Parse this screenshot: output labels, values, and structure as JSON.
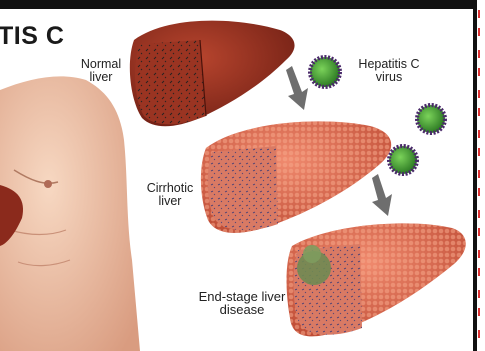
{
  "title": "TIS C",
  "labels": {
    "normal_liver": "Normal liver",
    "hepatitis_c_virus": "Hepatitis C virus",
    "cirrhotic_liver": "Cirrhotic liver",
    "end_stage": "End-stage liver disease"
  },
  "colors": {
    "liver_normal": "#8b2a1c",
    "liver_cirrhotic": "#d8604a",
    "virus_core": "#2e8f2a",
    "virus_ring": "#4a2a6a",
    "skin": "#f0c3a6",
    "arrow": "#6e6e6e"
  },
  "icons": [
    "torso-illustration",
    "normal-liver-illustration",
    "virus-icon",
    "cirrhotic-liver-illustration",
    "end-stage-liver-illustration",
    "arrow-icon"
  ]
}
